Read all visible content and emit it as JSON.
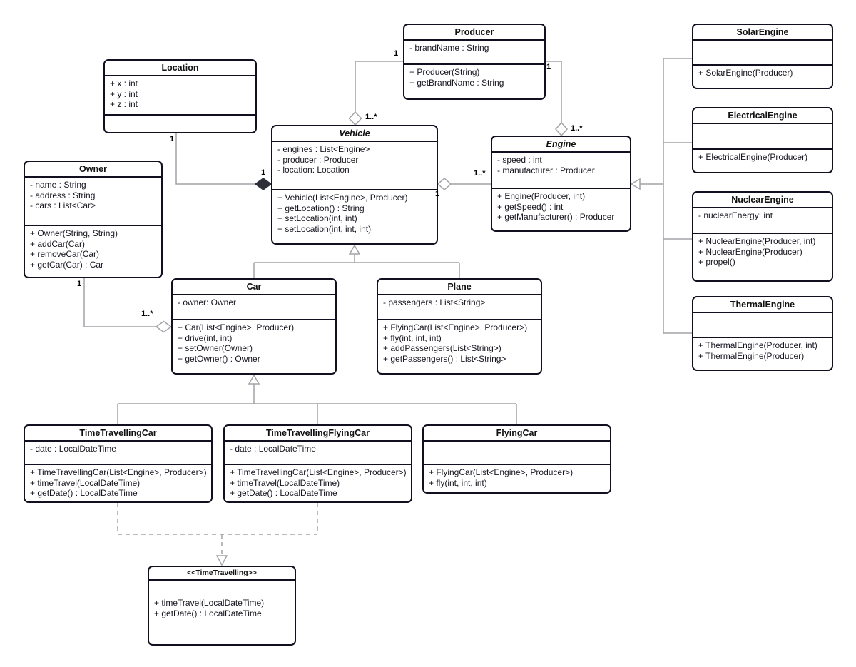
{
  "diagram": {
    "type": "uml-class-diagram",
    "colors": {
      "box_border": "#101020",
      "box_fill": "#ffffff",
      "connector": "#a3a3a8",
      "composition_diamond_fill": "#2f2f3a",
      "text": "#15151f"
    },
    "classes": [
      {
        "id": "producer",
        "title": "Producer",
        "abstract": false,
        "attributes": [
          "- brandName : String"
        ],
        "methods": [
          "+ Producer(String)",
          "+ getBrandName : String"
        ]
      },
      {
        "id": "location",
        "title": "Location",
        "abstract": false,
        "attributes": [
          "+ x : int",
          "+ y : int",
          "+ z : int"
        ],
        "methods": []
      },
      {
        "id": "owner",
        "title": "Owner",
        "abstract": false,
        "attributes": [
          "- name : String",
          "- address : String",
          "- cars : List<Car>"
        ],
        "methods": [
          "+ Owner(String, String)",
          "+ addCar(Car)",
          "+ removeCar(Car)",
          "+ getCar(Car) : Car"
        ]
      },
      {
        "id": "vehicle",
        "title": "Vehicle",
        "abstract": true,
        "attributes": [
          "- engines : List<Engine>",
          "- producer : Producer",
          "- location: Location"
        ],
        "methods": [
          "+ Vehicle(List<Engine>, Producer)",
          "+ getLocation() : String",
          "+ setLocation(int, int)",
          "+ setLocation(int, int, int)"
        ]
      },
      {
        "id": "engine",
        "title": "Engine",
        "abstract": true,
        "attributes": [
          "- speed : int",
          "- manufacturer : Producer"
        ],
        "methods": [
          "+ Engine(Producer, int)",
          "+ getSpeed() : int",
          "+ getManufacturer() : Producer"
        ]
      },
      {
        "id": "solar-engine",
        "title": "SolarEngine",
        "abstract": false,
        "attributes": [],
        "methods": [
          "+ SolarEngine(Producer)"
        ]
      },
      {
        "id": "electrical-engine",
        "title": "ElectricalEngine",
        "abstract": false,
        "attributes": [],
        "methods": [
          "+ ElectricalEngine(Producer)"
        ]
      },
      {
        "id": "nuclear-engine",
        "title": "NuclearEngine",
        "abstract": false,
        "attributes": [
          "- nuclearEnergy: int"
        ],
        "methods": [
          "+ NuclearEngine(Producer, int)",
          "+ NuclearEngine(Producer)",
          "+ propel()"
        ]
      },
      {
        "id": "thermal-engine",
        "title": "ThermalEngine",
        "abstract": false,
        "attributes": [],
        "methods": [
          "+ ThermalEngine(Producer, int)",
          "+ ThermalEngine(Producer)"
        ]
      },
      {
        "id": "car",
        "title": "Car",
        "abstract": false,
        "attributes": [
          "- owner: Owner"
        ],
        "methods": [
          "+ Car(List<Engine>, Producer)",
          "+ drive(int, int)",
          "+ setOwner(Owner)",
          "+ getOwner() : Owner"
        ]
      },
      {
        "id": "plane",
        "title": "Plane",
        "abstract": false,
        "attributes": [
          "- passengers : List<String>"
        ],
        "methods": [
          "+ FlyingCar(List<Engine>, Producer>)",
          "+ fly(int, int, int)",
          "+ addPassengers(List<String>)",
          "+ getPassengers() : List<String>"
        ]
      },
      {
        "id": "time-travelling-car",
        "title": "TimeTravellingCar",
        "abstract": false,
        "attributes": [
          "- date : LocalDateTime"
        ],
        "methods": [
          "+ TimeTravellingCar(List<Engine>, Producer>)",
          "+ timeTravel(LocalDateTime)",
          "+ getDate() : LocalDateTime"
        ]
      },
      {
        "id": "time-travelling-flying-car",
        "title": "TimeTravellingFlyingCar",
        "abstract": false,
        "attributes": [
          "- date : LocalDateTime"
        ],
        "methods": [
          "+ TimeTravellingCar(List<Engine>, Producer>)",
          "+ timeTravel(LocalDateTime)",
          "+ getDate() : LocalDateTime"
        ]
      },
      {
        "id": "flying-car",
        "title": "FlyingCar",
        "abstract": false,
        "attributes": [],
        "methods": [
          "+ FlyingCar(List<Engine>, Producer>)",
          "+ fly(int, int, int)"
        ]
      },
      {
        "id": "time-travelling-interface",
        "title": "<<TimeTravelling>>",
        "abstract": false,
        "attributes": [],
        "methods": [
          "+ timeTravel(LocalDateTime)",
          "+ getDate() : LocalDateTime"
        ]
      }
    ],
    "relationships": [
      {
        "from": "Producer",
        "to": "Vehicle",
        "type": "aggregation",
        "diamond_at": "Vehicle",
        "from_label": "1",
        "to_label": "1..*"
      },
      {
        "from": "Producer",
        "to": "Engine",
        "type": "aggregation",
        "diamond_at": "Engine",
        "from_label": "1",
        "to_label": "1..*"
      },
      {
        "from": "Vehicle",
        "to": "Engine",
        "type": "aggregation",
        "diamond_at": "Vehicle",
        "from_label": "1",
        "to_label": "1..*"
      },
      {
        "from": "Location",
        "to": "Vehicle",
        "type": "composition",
        "diamond_at": "Vehicle",
        "from_label": "1",
        "to_label": "1"
      },
      {
        "from": "Owner",
        "to": "Car",
        "type": "aggregation",
        "diamond_at": "Car",
        "from_label": "1",
        "to_label": "1..*"
      },
      {
        "from": "Car",
        "to": "Vehicle",
        "type": "generalization"
      },
      {
        "from": "Plane",
        "to": "Vehicle",
        "type": "generalization"
      },
      {
        "from": "TimeTravellingCar",
        "to": "Car",
        "type": "generalization"
      },
      {
        "from": "TimeTravellingFlyingCar",
        "to": "Car",
        "type": "generalization"
      },
      {
        "from": "FlyingCar",
        "to": "Car",
        "type": "generalization"
      },
      {
        "from": "SolarEngine",
        "to": "Engine",
        "type": "generalization"
      },
      {
        "from": "ElectricalEngine",
        "to": "Engine",
        "type": "generalization"
      },
      {
        "from": "NuclearEngine",
        "to": "Engine",
        "type": "generalization"
      },
      {
        "from": "ThermalEngine",
        "to": "Engine",
        "type": "generalization"
      },
      {
        "from": "TimeTravellingCar",
        "to": "TimeTravelling",
        "type": "realization"
      },
      {
        "from": "TimeTravellingFlyingCar",
        "to": "TimeTravelling",
        "type": "realization"
      }
    ]
  }
}
